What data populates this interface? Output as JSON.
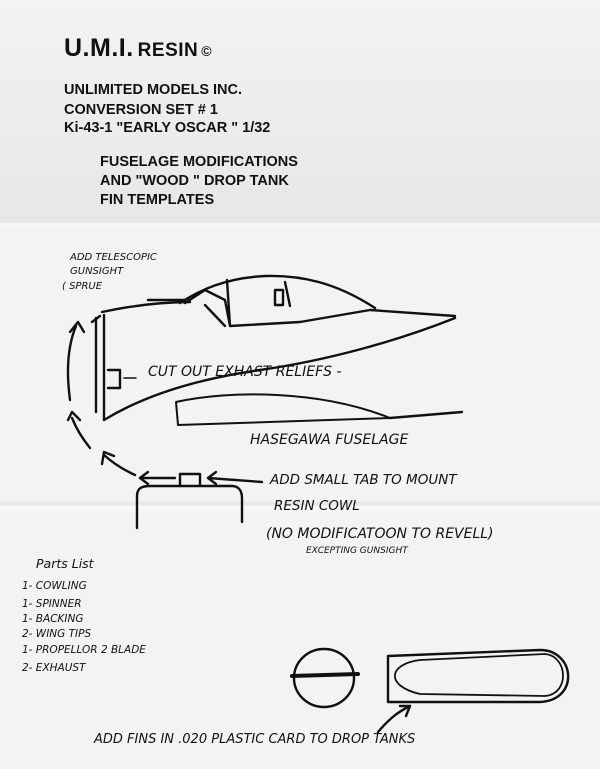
{
  "header": {
    "title_main": "U.M.I.",
    "title_resin": "RESIN",
    "title_symbol": "©",
    "company": "UNLIMITED MODELS INC.",
    "set": "CONVERSION SET # 1",
    "model": "Ki-43-1 \"EARLY OSCAR \" 1/32",
    "subtitle_1": "FUSELAGE  MODIFICATIONS",
    "subtitle_2": "AND \"WOOD \" DROP TANK",
    "subtitle_3": "FIN TEMPLATES"
  },
  "notes": {
    "gunsight_1": "Add Telescopic",
    "gunsight_2": "Gunsight",
    "gunsight_3": "( Sprue",
    "exhaust": "Cut out Exhast Reliefs -",
    "fuselage": "Hasegawa Fuselage",
    "tab_1": "Add Small Tab to Mount",
    "tab_2": "Resin Cowl",
    "no_mod": "(No Modificatoon to Revell)",
    "excepting": "Excepting Gunsight",
    "fins": "Add Fins in .020 Plastic Card   To Drop Tanks"
  },
  "parts_list": {
    "title": "Parts List",
    "items": [
      "1- Cowling",
      "1- Spinner",
      "1- Backing",
      "2- Wing Tips",
      "1- Propellor 2 Blade",
      "2- Exhaust"
    ]
  }
}
